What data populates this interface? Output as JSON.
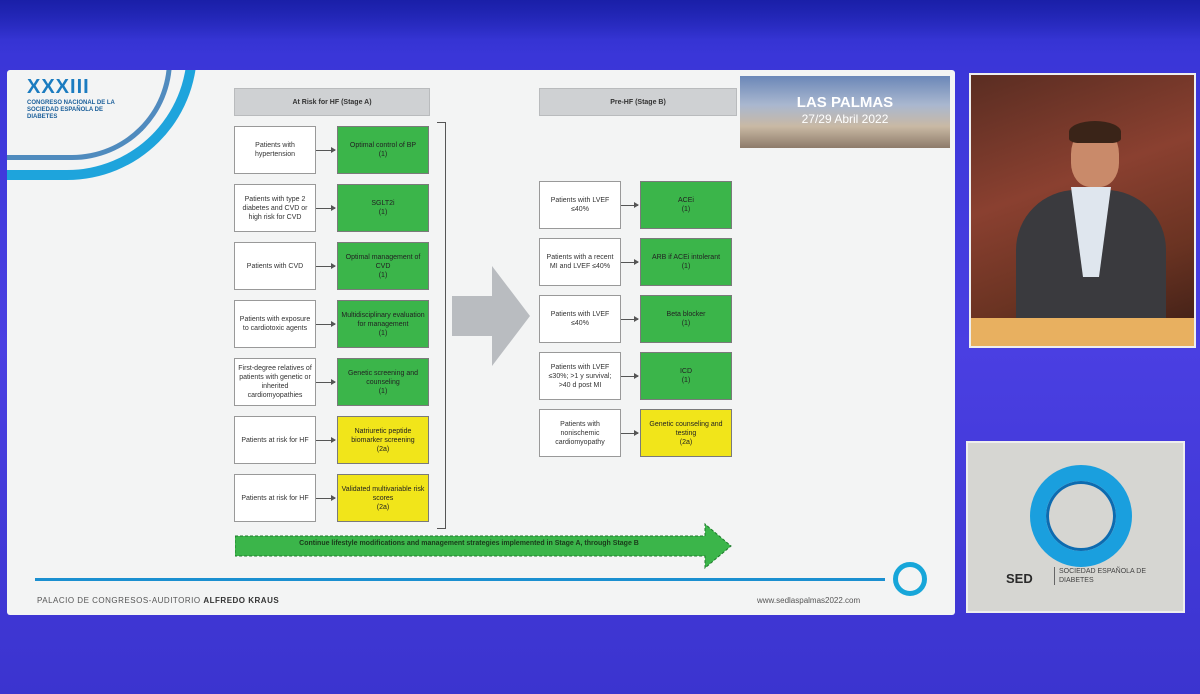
{
  "conference": {
    "number": "XXXIII",
    "subtitle": "CONGRESO NACIONAL DE LA SOCIEDAD ESPAÑOLA DE DIABETES",
    "city": "LAS PALMAS",
    "dates": "27/29 Abril 2022"
  },
  "stages": {
    "stage_a": "At Risk for HF (Stage A)",
    "stage_b": "Pre-HF (Stage B)"
  },
  "stage_a_rows": [
    {
      "patient": "Patients with hypertension",
      "rec": "Optimal control of BP\n(1)",
      "color": "green"
    },
    {
      "patient": "Patients with type 2 diabetes and CVD or high risk for CVD",
      "rec": "SGLT2i\n(1)",
      "color": "green"
    },
    {
      "patient": "Patients with CVD",
      "rec": "Optimal management of CVD\n(1)",
      "color": "green"
    },
    {
      "patient": "Patients with exposure to cardiotoxic agents",
      "rec": "Multidisciplinary evaluation for management\n(1)",
      "color": "green"
    },
    {
      "patient": "First-degree relatives of patients with genetic or inherited cardiomyopathies",
      "rec": "Genetic screening and counseling\n(1)",
      "color": "green"
    },
    {
      "patient": "Patients at risk for HF",
      "rec": "Natriuretic peptide biomarker screening\n(2a)",
      "color": "yellow"
    },
    {
      "patient": "Patients at risk for HF",
      "rec": "Validated multivariable risk scores\n(2a)",
      "color": "yellow"
    }
  ],
  "stage_b_rows": [
    {
      "patient": "Patients with LVEF ≤40%",
      "rec": "ACEi\n(1)",
      "color": "green"
    },
    {
      "patient": "Patients with a recent MI and LVEF ≤40%",
      "rec": "ARB if ACEi intolerant\n(1)",
      "color": "green"
    },
    {
      "patient": "Patients with LVEF ≤40%",
      "rec": "Beta blocker\n(1)",
      "color": "green"
    },
    {
      "patient": "Patients with LVEF ≤30%; >1 y survival; >40 d post MI",
      "rec": "ICD\n(1)",
      "color": "green"
    },
    {
      "patient": "Patients with nonischemic cardiomyopathy",
      "rec": "Genetic counseling and testing\n(2a)",
      "color": "yellow"
    }
  ],
  "bottom_arrow": "Continue lifestyle modifications and management strategies implemented in Stage A, through Stage B",
  "footer": {
    "venue_prefix": "PALACIO DE CONGRESOS-AUDITORIO",
    "venue_name": "ALFREDO KRAUS",
    "url": "www.sedlaspalmas2022.com"
  },
  "sed": {
    "abbr": "SED",
    "full": "SOCIEDAD ESPAÑOLA DE DIABETES"
  },
  "colors": {
    "green": "#3bb54a",
    "yellow": "#f1e51a",
    "accent": "#1a8fd0"
  }
}
